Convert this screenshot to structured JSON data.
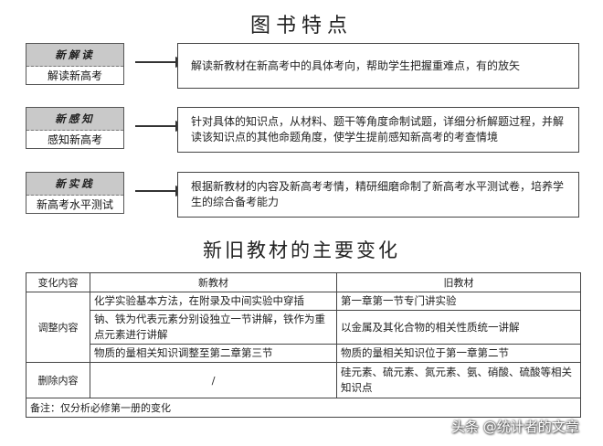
{
  "section1_title": "图书特点",
  "features": [
    {
      "tag": "新解读",
      "label": "解读新高考",
      "description": "解读新教材在新高考中的具体考向，帮助学生把握重难点，有的放矢"
    },
    {
      "tag": "新感知",
      "label": "感知新高考",
      "description": "针对具体的知识点，从材料、题干等角度命制试题，详细分析解题过程，并解读该知识点的其他命题角度，使学生提前感知新高考的考查情境"
    },
    {
      "tag": "新实践",
      "label": "新高考水平测试",
      "description": "根据新教材的内容及新高考考情，精研细磨命制了新高考水平测试卷，培养学生的综合备考能力"
    }
  ],
  "section2_title": "新旧教材的主要变化",
  "table": {
    "headers": [
      "变化内容",
      "新教材",
      "旧教材"
    ],
    "adjust_label": "调整内容",
    "adjust_rows": [
      {
        "new": "化学实验基本方法，在附录及中间实验中穿插",
        "old": "第一章第一节专门讲实验"
      },
      {
        "new": "钠、铁为代表元素分别设独立一节讲解，铁作为重点元素进行讲解",
        "old": "以金属及其化合物的相关性质统一讲解"
      },
      {
        "new": "物质的量相关知识调整至第二章第三节",
        "old": "物质的量相关知识位于第一章第二节"
      }
    ],
    "delete_label": "删除内容",
    "delete_row": {
      "new": "/",
      "old": "硅元素、硫元素、氮元素、氨、硝酸、硫酸等相关知识点"
    },
    "note": "备注：仅分析必修第一册的变化"
  },
  "watermark": "头条 @统计者的文章"
}
